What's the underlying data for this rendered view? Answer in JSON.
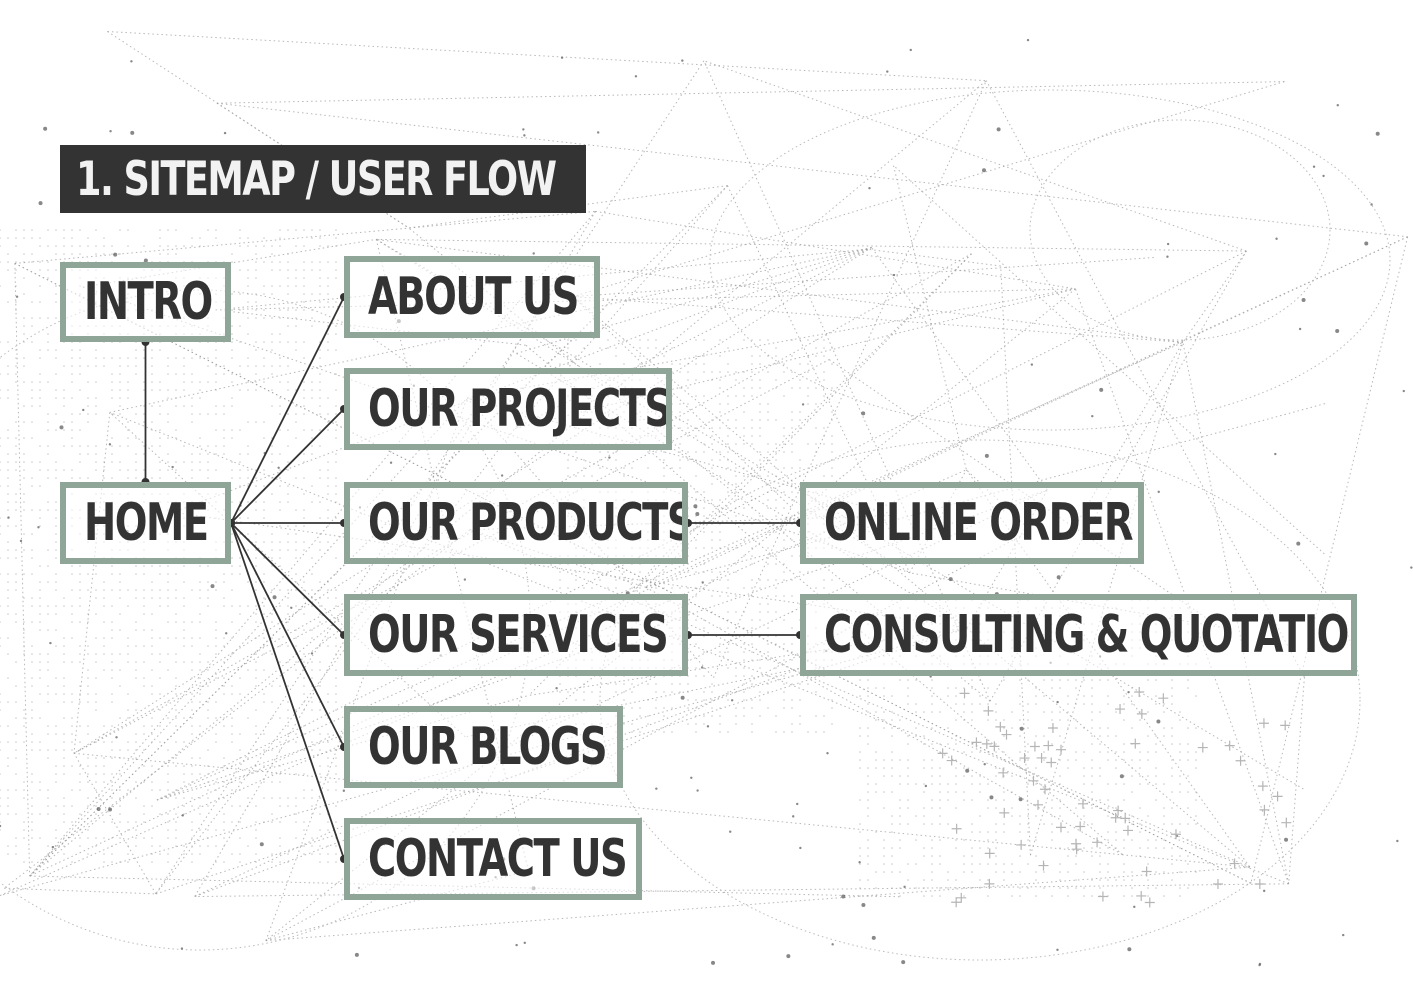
{
  "title": "1. SITEMAP / USER FLOW",
  "nodes": {
    "intro": "INTRO",
    "home": "HOME",
    "about": "ABOUT US",
    "projects": "OUR PROJECTS",
    "products": "OUR PRODUCTS",
    "services": "OUR SERVICES",
    "blogs": "OUR BLOGS",
    "contact": "CONTACT US",
    "order": "ONLINE ORDER",
    "consulting": "CONSULTING & QUOTATION"
  },
  "edges": [
    [
      "intro",
      "home"
    ],
    [
      "home",
      "about"
    ],
    [
      "home",
      "projects"
    ],
    [
      "home",
      "products"
    ],
    [
      "home",
      "services"
    ],
    [
      "home",
      "blogs"
    ],
    [
      "home",
      "contact"
    ],
    [
      "products",
      "order"
    ],
    [
      "services",
      "consulting"
    ]
  ],
  "colors": {
    "box_border": "#8ea597",
    "text": "#333333",
    "title_bg": "#333333",
    "title_text": "#f2f2f2",
    "line": "#333333"
  }
}
